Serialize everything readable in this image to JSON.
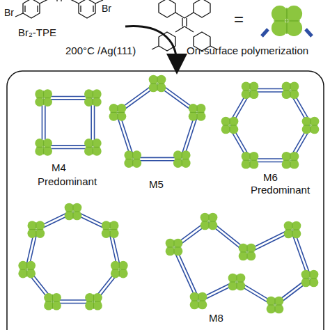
{
  "diagram": {
    "labels": [
      "Br",
      "Br",
      "Br₂-TPE",
      "=",
      "200°C /Ag(111)",
      "On-surface polymerization",
      "M4",
      "Predominant",
      "M5",
      "M6",
      "Predominant",
      "M8"
    ]
  }
}
